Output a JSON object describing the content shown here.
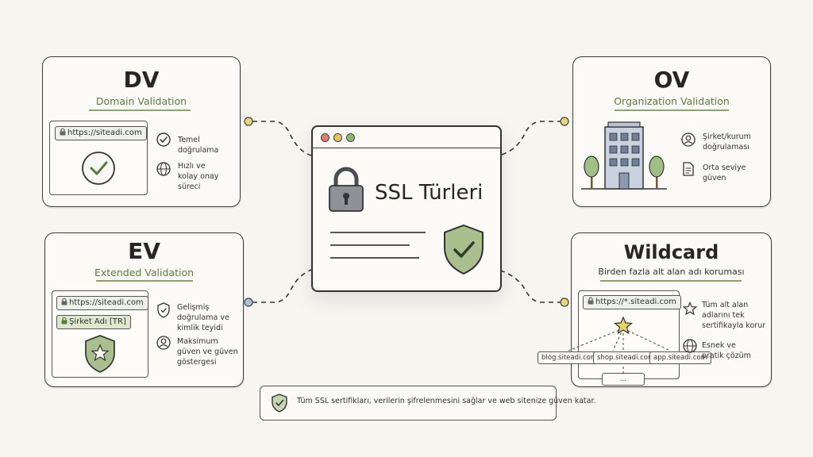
{
  "center": {
    "title": "SSL Türleri"
  },
  "dv": {
    "title": "DV",
    "subtitle": "Domain Validation",
    "url": "https://siteadi.com",
    "features": [
      "Temel doğrulama",
      "Hızlı ve kolay onay süreci"
    ]
  },
  "ov": {
    "title": "OV",
    "subtitle": "Organization Validation",
    "features": [
      "Şirket/kurum doğrulaması",
      "Orta seviye güven"
    ]
  },
  "ev": {
    "title": "EV",
    "subtitle": "Extended Validation",
    "url": "https://siteadi.com",
    "company": "Şirket Adı [TR]",
    "features": [
      "Gelişmiş doğrulama ve kimlik teyidi",
      "Maksimum güven ve güven göstergesi"
    ]
  },
  "wildcard": {
    "title": "Wildcard",
    "subtitle": "Birden fazla alt alan adı koruması",
    "url": "https://*.siteadi.com",
    "subdomains": [
      "blog.siteadi.com",
      "shop.siteadi.com",
      "app.siteadi.com",
      "..."
    ],
    "features": [
      "Tüm alt alan adlarını tek sertifikayla korur",
      "Esnek ve pratik çözüm"
    ]
  },
  "footer_note": "Tüm SSL sertifikları, verilerin şifrelenmesini sağlar ve web sitenize güven katar.",
  "colors": {
    "accent_green": "#5d7a3e",
    "shield_green": "#a9bf8e",
    "lock_gray": "#8e9297",
    "dot_red": "#e27d6f",
    "dot_yellow": "#e9c25a",
    "dot_green": "#8fb66f",
    "connector_dot_yellow": "#e6d87a",
    "connector_dot_blue": "#a9c3dc"
  },
  "icons": [
    "lock-icon",
    "shield-check-icon",
    "check-circle-icon",
    "globe-icon",
    "user-icon",
    "document-icon",
    "building-icon",
    "star-icon",
    "shield-star-icon"
  ]
}
